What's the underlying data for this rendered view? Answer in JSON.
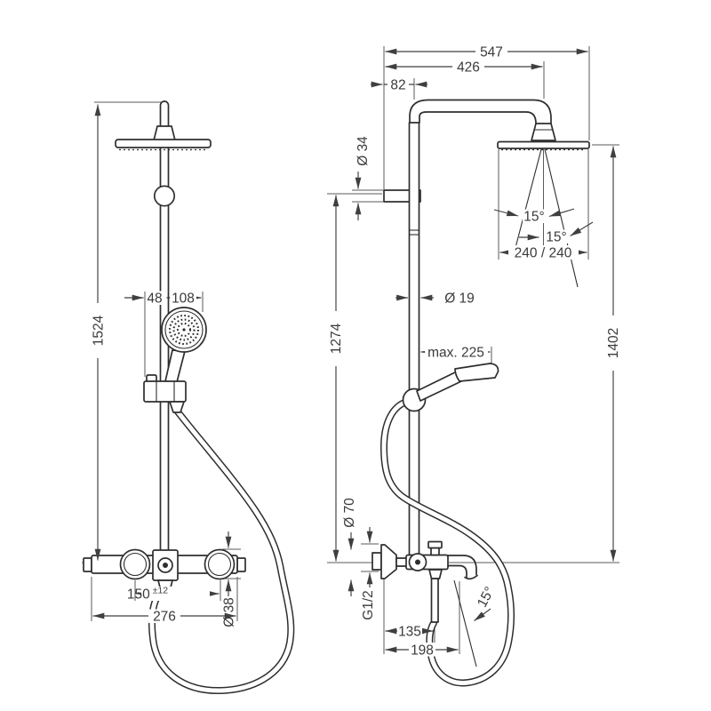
{
  "drawing": {
    "type": "technical-dimension-drawing",
    "subject": "shower pipe system with overhead shower, hand shower and bath thermostat",
    "colors": {
      "line": "#2e2e2e",
      "dimension": "#3f3f3f",
      "background": "#ffffff"
    }
  },
  "views": {
    "front": {
      "total_height": "1524",
      "rail_to_grip": "48",
      "handshower_diameter": "108",
      "connection_spacing": "150",
      "spacing_tolerance": "±12",
      "valve_width": "276",
      "handle_diameter": "Ø 38"
    },
    "side": {
      "total_reach": "547",
      "arm_reach": "426",
      "wall_to_pipe": "82",
      "bracket_diameter": "Ø 34",
      "pipe_height": "1274",
      "pipe_diameter": "Ø 19",
      "handshower_reach": "max. 225",
      "spray_angle_left": "15°",
      "spray_angle_right": "15°",
      "head_dimensions": "240 / 240",
      "head_height": "1402",
      "escutcheon_diameter": "Ø 70",
      "thread_size": "G1/2",
      "spout_reach": "135",
      "spout_tip_reach": "198",
      "spout_angle": "15°"
    }
  }
}
